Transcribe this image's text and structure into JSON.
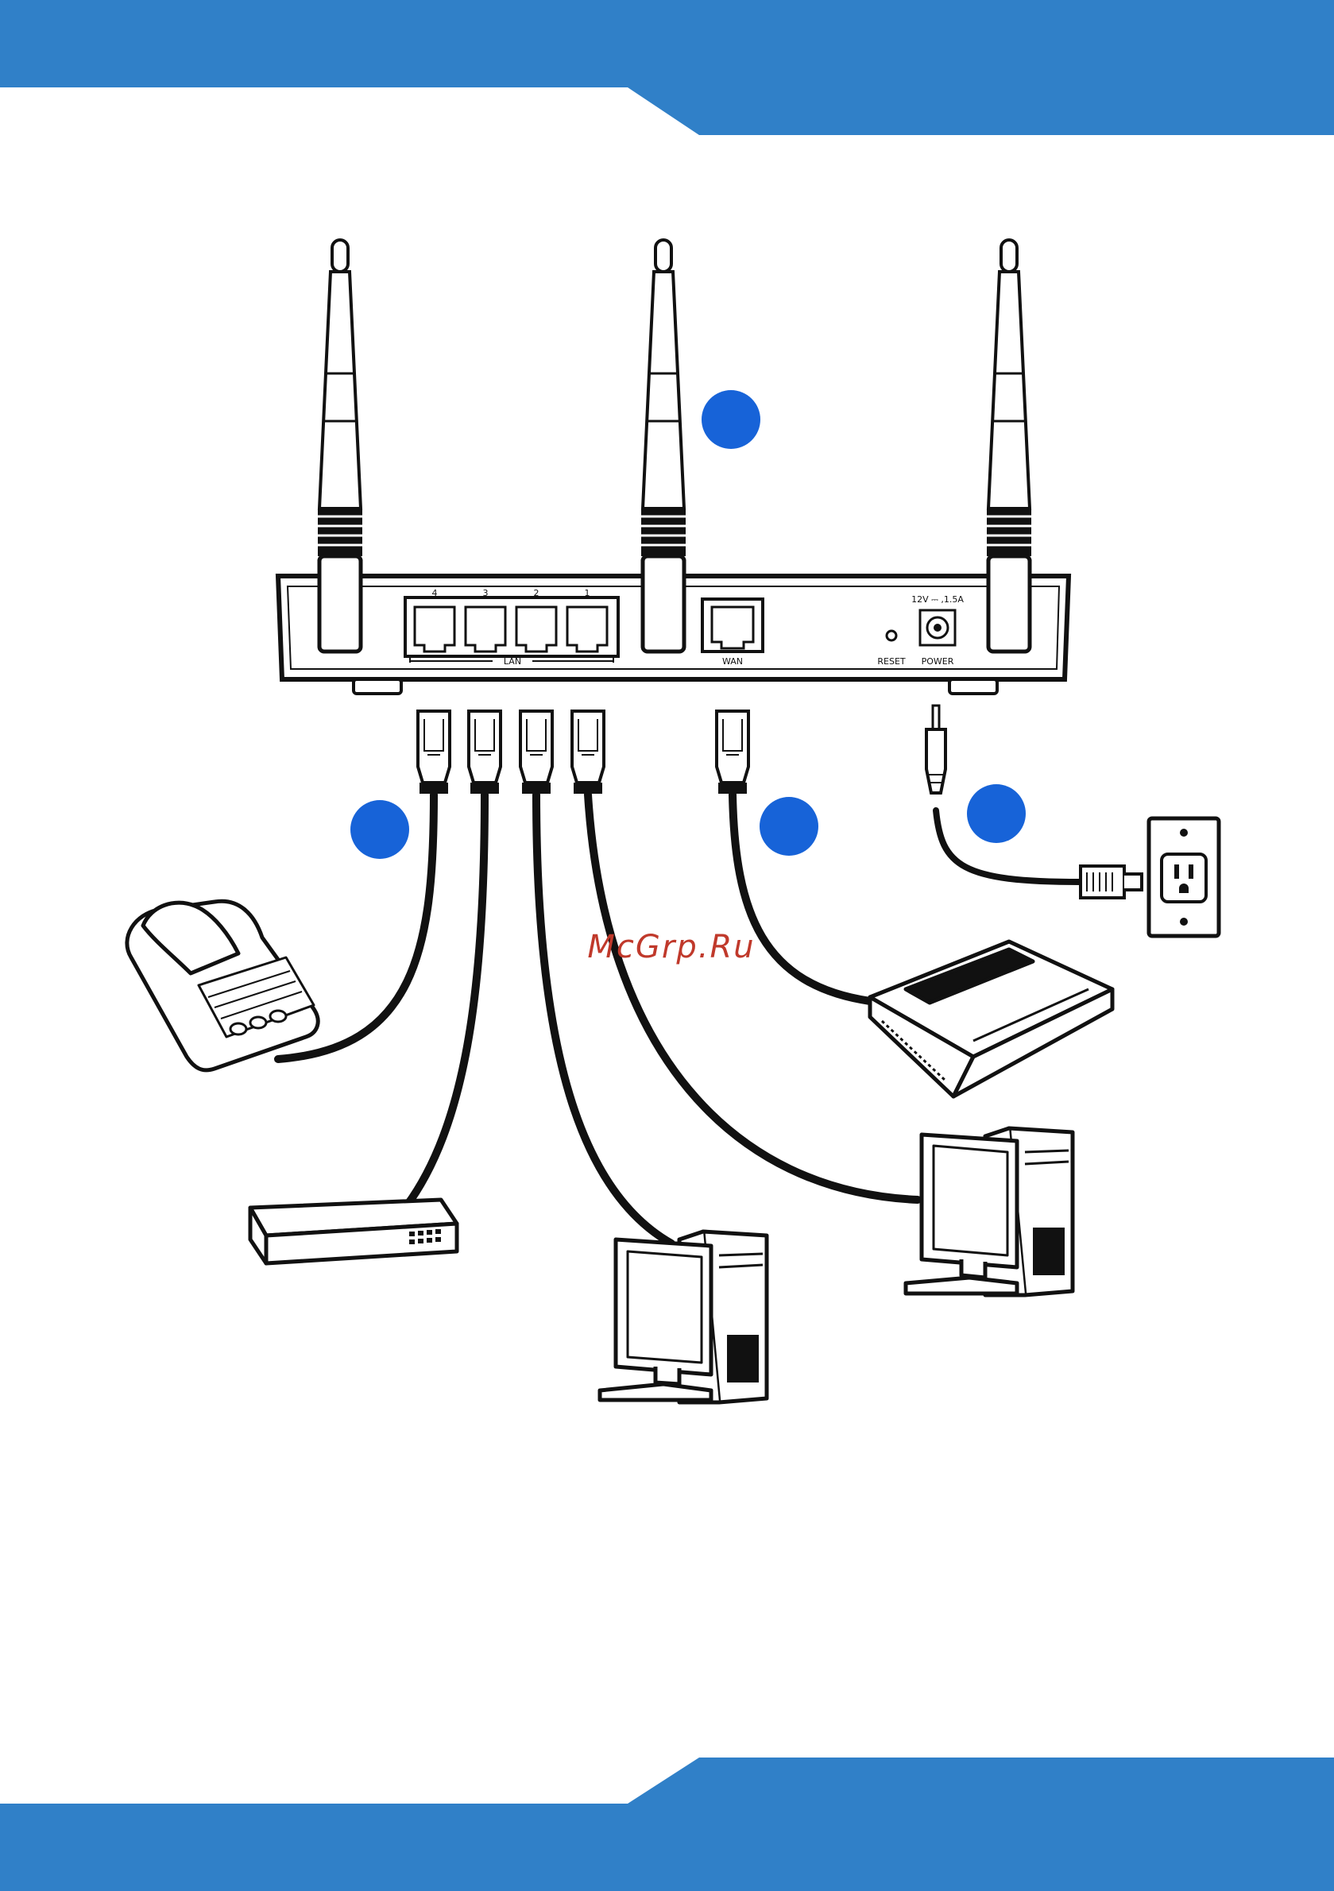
{
  "colors": {
    "brand": "#3080c8",
    "callout": "#1763d8",
    "line": "#111111",
    "watermark": "#c0392b"
  },
  "router": {
    "lan_port_numbers": [
      "4",
      "3",
      "2",
      "1"
    ],
    "lan_label": "LAN",
    "wan_label": "WAN",
    "reset_label": "RESET",
    "power_label": "POWER",
    "power_rating": "12V ⎓ ,1.5A"
  },
  "watermark": "McGrp.Ru",
  "callouts": [
    {
      "name": "antenna-callout"
    },
    {
      "name": "lan-callout"
    },
    {
      "name": "wan-callout"
    },
    {
      "name": "power-callout"
    }
  ],
  "devices": [
    {
      "name": "printer",
      "icon": "printer-icon"
    },
    {
      "name": "network-switch",
      "icon": "switch-icon"
    },
    {
      "name": "desktop-computer-1",
      "icon": "desktop-computer-icon"
    },
    {
      "name": "desktop-computer-2",
      "icon": "desktop-computer-icon"
    },
    {
      "name": "modem",
      "icon": "modem-icon"
    },
    {
      "name": "wall-outlet",
      "icon": "power-outlet-icon"
    }
  ]
}
